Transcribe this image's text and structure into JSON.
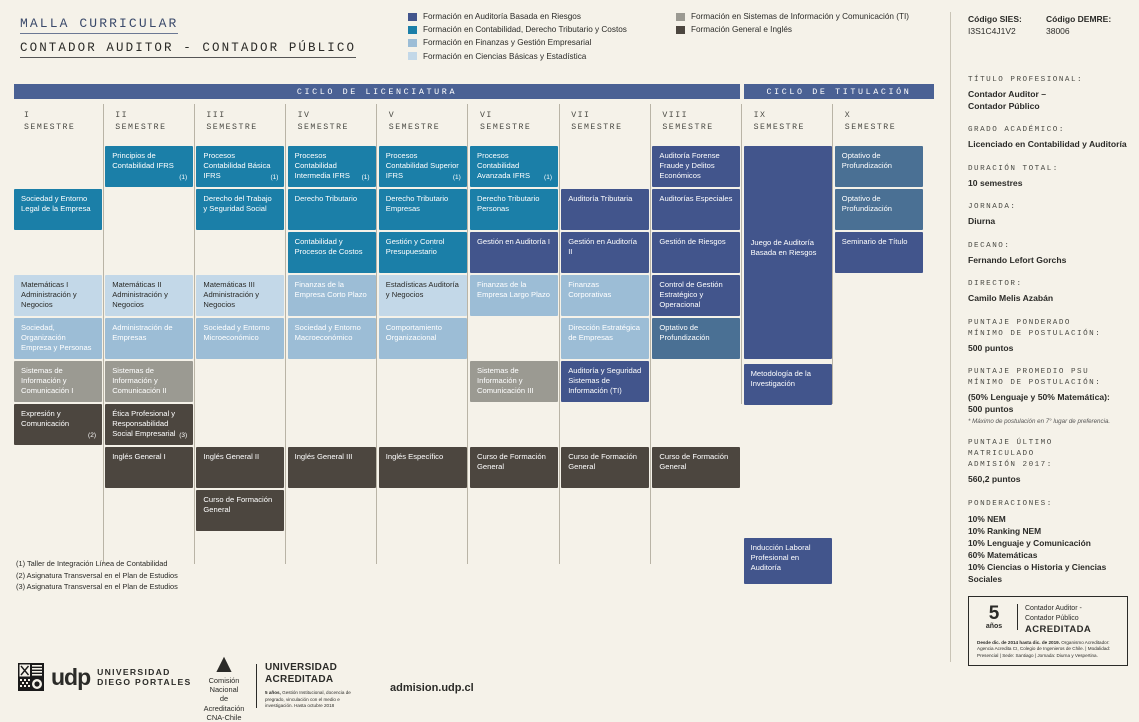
{
  "header": {
    "title_line1": "MALLA CURRICULAR",
    "title_line2": "CONTADOR AUDITOR - CONTADOR PÚBLICO"
  },
  "legend": {
    "left": [
      {
        "label": "Formación en Auditoría Basada en Riesgos",
        "color": "#42558c"
      },
      {
        "label": "Formación en Contabilidad, Derecho Tributario y Costos",
        "color": "#1b7fa8"
      },
      {
        "label": "Formación en Finanzas y Gestión Empresarial",
        "color": "#9cbdd6"
      },
      {
        "label": "Formación en Ciencias Básicas y Estadística",
        "color": "#c3d8e8"
      }
    ],
    "right": [
      {
        "label": "Formación en Sistemas de Información y Comunicación (TI)",
        "color": "#9b9a92"
      },
      {
        "label": "Formación General e Inglés",
        "color": "#4c463f"
      }
    ]
  },
  "codes": {
    "sies_label": "Código SIES:",
    "sies_value": "I3S1C4J1V2",
    "demre_label": "Código DEMRE:",
    "demre_value": "38006"
  },
  "cycles": {
    "licenciatura": "CICLO DE LICENCIATURA",
    "titulacion": "CICLO DE TITULACIÓN"
  },
  "columns": [
    {
      "roman": "I",
      "word": "SEMESTRE"
    },
    {
      "roman": "II",
      "word": "SEMESTRE"
    },
    {
      "roman": "III",
      "word": "SEMESTRE"
    },
    {
      "roman": "IV",
      "word": "SEMESTRE"
    },
    {
      "roman": "V",
      "word": "SEMESTRE"
    },
    {
      "roman": "VI",
      "word": "SEMESTRE"
    },
    {
      "roman": "VII",
      "word": "SEMESTRE"
    },
    {
      "roman": "VIII",
      "word": "SEMESTRE"
    },
    {
      "roman": "IX",
      "word": "SEMESTRE"
    },
    {
      "roman": "X",
      "word": "SEMESTRE"
    }
  ],
  "courses": [
    {
      "col": 1,
      "row": 0,
      "label": "Principios de Contabilidad IFRS",
      "note": "(1)",
      "cat": "c-cont"
    },
    {
      "col": 2,
      "row": 0,
      "label": "Procesos Contabilidad Básica IFRS",
      "note": "(1)",
      "cat": "c-cont"
    },
    {
      "col": 3,
      "row": 0,
      "label": "Procesos Contabilidad Intermedia IFRS",
      "note": "(1)",
      "cat": "c-cont"
    },
    {
      "col": 4,
      "row": 0,
      "label": "Procesos Contabilidad Superior IFRS",
      "note": "(1)",
      "cat": "c-cont"
    },
    {
      "col": 5,
      "row": 0,
      "label": "Procesos Contabilidad Avanzada IFRS",
      "note": "(1)",
      "cat": "c-cont"
    },
    {
      "col": 7,
      "row": 0,
      "label": "Auditoría Forense Fraude y Delitos Económicos",
      "note": "",
      "cat": "c-aud"
    },
    {
      "col": 9,
      "row": 0,
      "label": "Optativo de Profundización",
      "note": "",
      "cat": "c-opt"
    },
    {
      "col": 0,
      "row": 1,
      "label": "Sociedad y Entorno Legal de la Empresa",
      "note": "",
      "cat": "c-cont"
    },
    {
      "col": 2,
      "row": 1,
      "label": "Derecho del Trabajo y Seguridad Social",
      "note": "",
      "cat": "c-cont"
    },
    {
      "col": 3,
      "row": 1,
      "label": "Derecho Tributario",
      "note": "",
      "cat": "c-cont"
    },
    {
      "col": 4,
      "row": 1,
      "label": "Derecho Tributario Empresas",
      "note": "",
      "cat": "c-cont"
    },
    {
      "col": 5,
      "row": 1,
      "label": "Derecho Tributario Personas",
      "note": "",
      "cat": "c-cont"
    },
    {
      "col": 6,
      "row": 1,
      "label": "Auditoría Tributaria",
      "note": "",
      "cat": "c-aud"
    },
    {
      "col": 7,
      "row": 1,
      "label": "Auditorías Especiales",
      "note": "",
      "cat": "c-aud"
    },
    {
      "col": 9,
      "row": 1,
      "label": "Optativo de Profundización",
      "note": "",
      "cat": "c-opt"
    },
    {
      "col": 3,
      "row": 2,
      "label": "Contabilidad y Procesos de Costos",
      "note": "",
      "cat": "c-cont"
    },
    {
      "col": 4,
      "row": 2,
      "label": "Gestión y Control Presupuestario",
      "note": "",
      "cat": "c-cont"
    },
    {
      "col": 5,
      "row": 2,
      "label": "Gestión en Auditoría I",
      "note": "",
      "cat": "c-aud"
    },
    {
      "col": 6,
      "row": 2,
      "label": "Gestión en Auditoría II",
      "note": "",
      "cat": "c-aud"
    },
    {
      "col": 7,
      "row": 2,
      "label": "Gestión de Riesgos",
      "note": "",
      "cat": "c-aud"
    },
    {
      "col": 9,
      "row": 2,
      "label": "Seminario de Título",
      "note": "",
      "cat": "c-aud"
    },
    {
      "col": 0,
      "row": 3,
      "label": "Matemáticas I Administración y Negocios",
      "note": "",
      "cat": "c-cien"
    },
    {
      "col": 1,
      "row": 3,
      "label": "Matemáticas II Administración y Negocios",
      "note": "",
      "cat": "c-cien"
    },
    {
      "col": 2,
      "row": 3,
      "label": "Matemáticas III Administración y Negocios",
      "note": "",
      "cat": "c-cien"
    },
    {
      "col": 3,
      "row": 3,
      "label": "Finanzas de la Empresa Corto Plazo",
      "note": "",
      "cat": "c-fin"
    },
    {
      "col": 4,
      "row": 3,
      "label": "Estadísticas Auditoría y Negocios",
      "note": "",
      "cat": "c-cien"
    },
    {
      "col": 5,
      "row": 3,
      "label": "Finanzas de la Empresa Largo Plazo",
      "note": "",
      "cat": "c-fin"
    },
    {
      "col": 6,
      "row": 3,
      "label": "Finanzas Corporativas",
      "note": "",
      "cat": "c-fin"
    },
    {
      "col": 7,
      "row": 3,
      "label": "Control de Gestión Estratégico y Operacional",
      "note": "",
      "cat": "c-aud"
    },
    {
      "col": 0,
      "row": 4,
      "label": "Sociedad, Organización Empresa y Personas",
      "note": "",
      "cat": "c-fin"
    },
    {
      "col": 1,
      "row": 4,
      "label": "Administración de Empresas",
      "note": "",
      "cat": "c-fin"
    },
    {
      "col": 2,
      "row": 4,
      "label": "Sociedad y Entorno Microeconómico",
      "note": "",
      "cat": "c-fin"
    },
    {
      "col": 3,
      "row": 4,
      "label": "Sociedad y Entorno Macroeconómico",
      "note": "",
      "cat": "c-fin"
    },
    {
      "col": 4,
      "row": 4,
      "label": "Comportamiento Organizacional",
      "note": "",
      "cat": "c-fin"
    },
    {
      "col": 6,
      "row": 4,
      "label": "Dirección Estratégica de Empresas",
      "note": "",
      "cat": "c-fin"
    },
    {
      "col": 7,
      "row": 4,
      "label": "Optativo de Profundización",
      "note": "",
      "cat": "c-opt"
    },
    {
      "col": 0,
      "row": 5,
      "label": "Sistemas de Información y Comunicación I",
      "note": "",
      "cat": "c-ti"
    },
    {
      "col": 1,
      "row": 5,
      "label": "Sistemas de Información y Comunicación II",
      "note": "",
      "cat": "c-ti"
    },
    {
      "col": 5,
      "row": 5,
      "label": "Sistemas de Información y Comunicación III",
      "note": "",
      "cat": "c-ti"
    },
    {
      "col": 6,
      "row": 5,
      "label": "Auditoría y Seguridad Sistemas de Información (TI)",
      "note": "",
      "cat": "c-aud"
    },
    {
      "col": 0,
      "row": 6,
      "label": "Expresión y Comunicación",
      "note": "(2)",
      "cat": "c-gen"
    },
    {
      "col": 1,
      "row": 6,
      "label": "Ética Profesional y Responsabilidad Social Empresarial",
      "note": "(3)",
      "cat": "c-gen"
    },
    {
      "col": 1,
      "row": 7,
      "label": "Inglés General I",
      "note": "",
      "cat": "c-gen"
    },
    {
      "col": 2,
      "row": 7,
      "label": "Inglés General II",
      "note": "",
      "cat": "c-gen"
    },
    {
      "col": 3,
      "row": 7,
      "label": "Inglés General III",
      "note": "",
      "cat": "c-gen"
    },
    {
      "col": 4,
      "row": 7,
      "label": "Inglés Específico",
      "note": "",
      "cat": "c-gen"
    },
    {
      "col": 5,
      "row": 7,
      "label": "Curso de Formación General",
      "note": "",
      "cat": "c-gen"
    },
    {
      "col": 6,
      "row": 7,
      "label": "Curso de Formación General",
      "note": "",
      "cat": "c-gen"
    },
    {
      "col": 7,
      "row": 7,
      "label": "Curso de Formación General",
      "note": "",
      "cat": "c-gen"
    },
    {
      "col": 2,
      "row": 8,
      "label": "Curso de Formación General",
      "note": "",
      "cat": "c-gen"
    }
  ],
  "special_courses": {
    "juego": {
      "label": "Juego de Auditoría Basada en Riesgos",
      "cat": "c-aud"
    },
    "metodologia": {
      "label": "Metodología de la Investigación",
      "cat": "c-aud"
    },
    "induccion": {
      "label": "Inducción Laboral Profesional en Auditoría",
      "cat": "c-aud"
    }
  },
  "footnotes": [
    "(1) Taller de Integración Línea de Contabilidad",
    "(2) Asignatura Transversal en el Plan de Estudios",
    "(3) Asignatura Transversal en el Plan de Estudios"
  ],
  "info": [
    {
      "label": "TÍTULO PROFESIONAL:",
      "value": "Contador Auditor –\nContador Público"
    },
    {
      "label": "GRADO ACADÉMICO:",
      "value": "Licenciado en Contabilidad y Auditoría"
    },
    {
      "label": "DURACIÓN TOTAL:",
      "value": "10 semestres"
    },
    {
      "label": "JORNADA:",
      "value": "Diurna"
    },
    {
      "label": "DECANO:",
      "value": "Fernando Lefort Gorchs"
    },
    {
      "label": "DIRECTOR:",
      "value": "Camilo Melis Azabán"
    },
    {
      "label": "PUNTAJE PONDERADO\nMÍNIMO DE POSTULACIÓN:",
      "value": "500 puntos"
    },
    {
      "label": "PUNTAJE PROMEDIO PSU\nMÍNIMO DE POSTULACIÓN:",
      "value": "(50% Lenguaje y 50% Matemática):\n500 puntos",
      "note": "* Máximo de postulación en 7° lugar de preferencia."
    },
    {
      "label": "PUNTAJE ÚLTIMO\nMATRICULADO\nADMISIÓN 2017:",
      "value": "560,2 puntos"
    }
  ],
  "ponderaciones": {
    "label": "PONDERACIONES:",
    "items": [
      "10% NEM",
      "10% Ranking NEM",
      "10% Lenguaje y Comunicación",
      "60% Matemáticas",
      "10% Ciencias o Historia y Ciencias Sociales"
    ]
  },
  "accreditation": {
    "years_number": "5",
    "years_unit": "años",
    "program_line1": "Contador Auditor -",
    "program_line2": "Contador Público",
    "status": "ACREDITADA",
    "fine_bold": "Desde dic. de 2014 hasta dic. de 2019.",
    "fine_rest": " Organismo Acreditador: Agencia Acredita CI, Colegio de Ingenieros de Chile. | Modalidad: Presencial | Sede: Santiago | Jornada: Diurna y Vespertina."
  },
  "footer": {
    "udp_word": "udp",
    "udp_line1": "UNIVERSIDAD",
    "udp_line2": "DIEGO PORTALES",
    "cna_line1": "Comisión Nacional",
    "cna_line2": "de Acreditación",
    "cna_line3": "CNA-Chile",
    "acc_line1": "UNIVERSIDAD",
    "acc_line2": "ACREDITADA",
    "acc_fine_bold": "5 años,",
    "acc_fine_rest": " Gestión Institucional, docencia de pregrado, vinculación con el medio e investigación. Hasta octubre 2018",
    "admission_url": "admision.udp.cl"
  }
}
